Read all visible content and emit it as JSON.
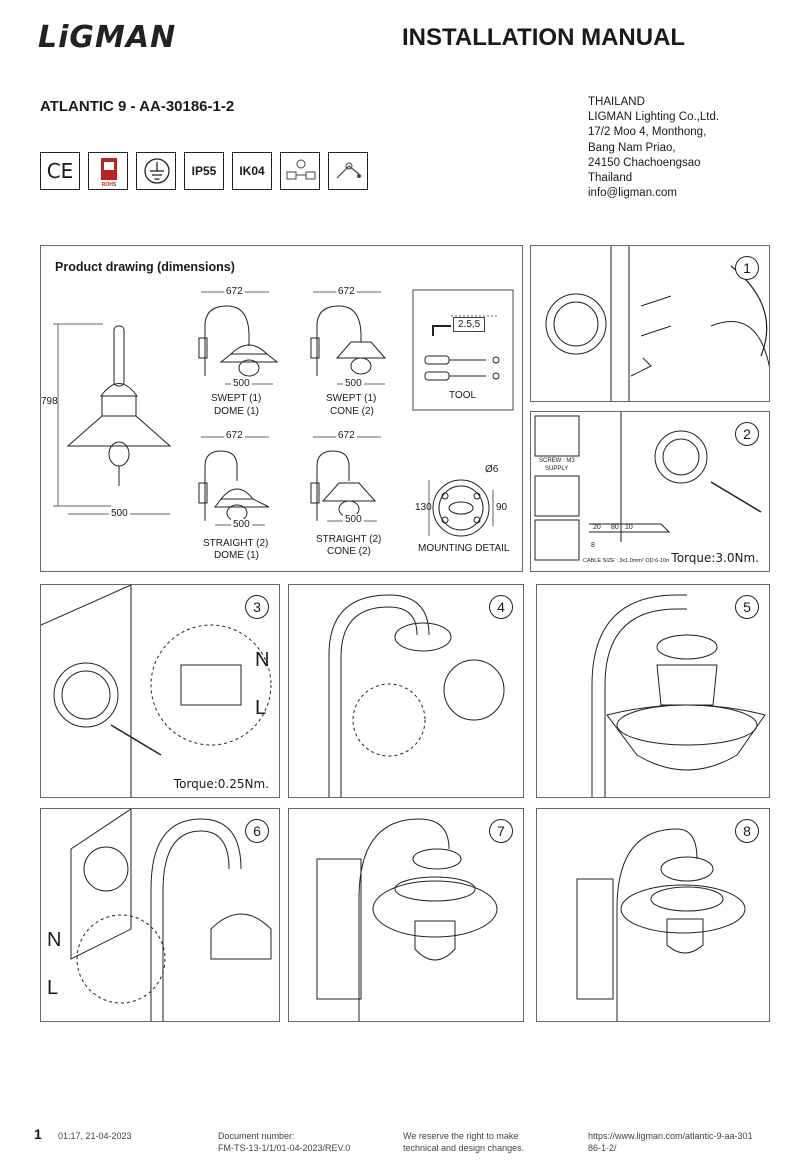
{
  "header": {
    "logo": "LiGMAN",
    "title": "INSTALLATION MANUAL",
    "model": "ATLANTIC 9 - AA-30186-1-2"
  },
  "address": [
    "THAILAND",
    "LIGMAN Lighting Co.,Ltd.",
    "17/2 Moo 4, Monthong,",
    "Bang Nam Priao,",
    "24150 Chachoengsao",
    "Thailand",
    "info@ligman.com"
  ],
  "badges": {
    "ce": "CE",
    "ip": "IP55",
    "ik": "IK04"
  },
  "product": {
    "title": "Product drawing (dimensions)",
    "height": "798",
    "width": "500",
    "v1_top": "672",
    "v1_bottom": "500",
    "v1_label1": "SWEPT (1)",
    "v1_label2": "DOME (1)",
    "v2_top": "672",
    "v2_bottom": "500",
    "v2_label1": "SWEPT (1)",
    "v2_label2": "CONE (2)",
    "v3_top": "672",
    "v3_bottom": "500",
    "v3_label1": "STRAIGHT (2)",
    "v3_label2": "DOME (1)",
    "v4_top": "672",
    "v4_bottom": "500",
    "v4_label1": "STRAIGHT (2)",
    "v4_label2": "CONE (2)",
    "tool_size": "2.5,5",
    "tool_label": "TOOL",
    "mount_hole": "Ø6",
    "mount_w": "130",
    "mount_h": "90",
    "mount_label": "MOUNTING DETAIL"
  },
  "steps": {
    "s1": "1",
    "s2": "2",
    "s3": "3",
    "s4": "4",
    "s5": "5",
    "s6": "6",
    "s7": "7",
    "s8": "8",
    "torque2": "Torque:3.0Nm.",
    "torque3": "Torque:0.25Nm.",
    "screw_label": "SCREW : M3",
    "supply_label": "SUPPLY",
    "cable_label": "CABLE SIZE : 3x1.0mm²  OD:6-10mm",
    "strip_20": "20",
    "strip_80": "80",
    "strip_10": "10",
    "strip_8": "8",
    "n": "N",
    "l": "L"
  },
  "footer": {
    "page": "1",
    "date": "01:17, 21-04-2023",
    "doc_label": "Document number:",
    "doc_number": "FM-TS-13-1/1/01-04-2023/REV.0",
    "rights1": "We reserve the right to make",
    "rights2": "technical and design changes.",
    "url1": "https://www.ligman.com/atlantic-9-aa-301",
    "url2": "86-1-2/"
  }
}
